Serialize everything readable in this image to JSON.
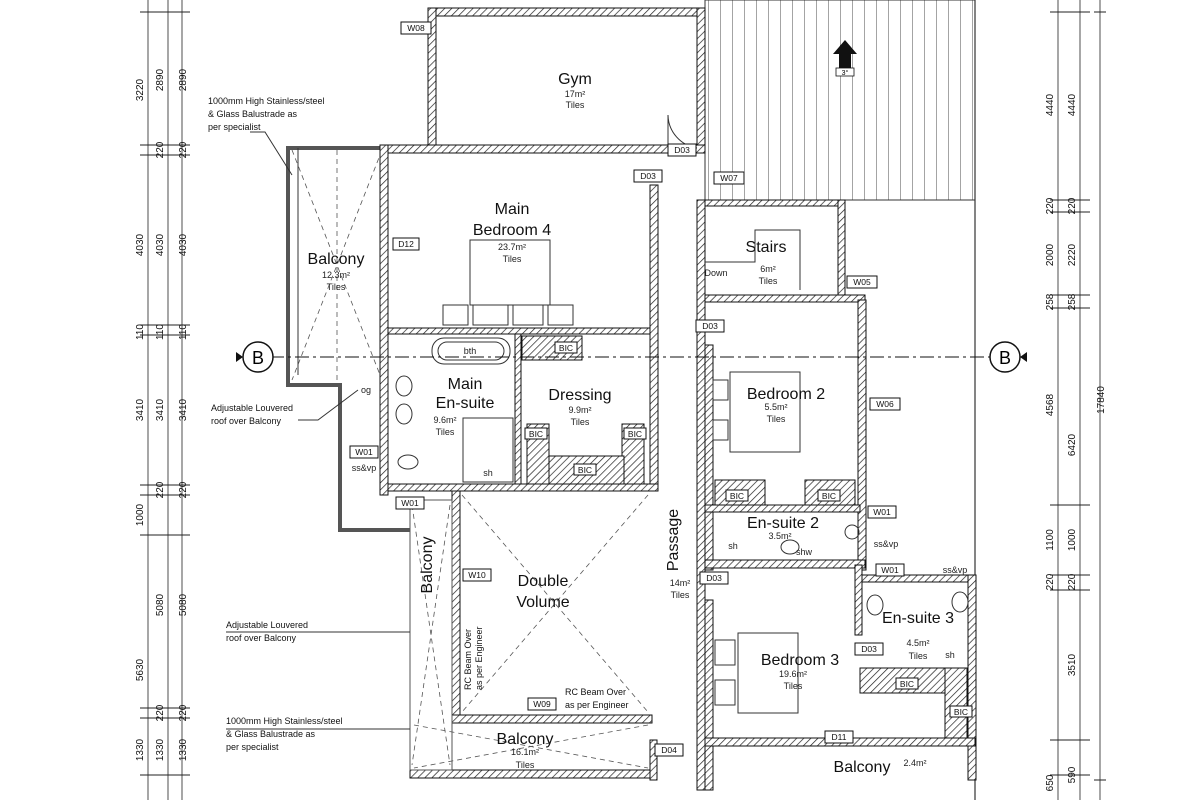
{
  "rooms": {
    "gym": {
      "name": "Gym",
      "area": "17m²",
      "finish": "Tiles"
    },
    "main_bedroom": {
      "name_line1": "Main",
      "name_line2": "Bedroom 4",
      "area": "23.7m²",
      "finish": "Tiles"
    },
    "balcony_left": {
      "name": "Balcony",
      "area": "12.3m²",
      "finish": "Tiles"
    },
    "stairs": {
      "name": "Stairs",
      "area": "6m²",
      "finish": "Tiles",
      "direction": "Down"
    },
    "main_ensuite": {
      "name_line1": "Main",
      "name_line2": "En-suite",
      "area": "9.6m²",
      "finish": "Tiles"
    },
    "dressing": {
      "name": "Dressing",
      "area": "9.9m²",
      "finish": "Tiles"
    },
    "bedroom2": {
      "name": "Bedroom 2",
      "area": "5.5m²",
      "finish": "Tiles"
    },
    "ensuite2": {
      "name": "En-suite 2",
      "area": "3.5m²"
    },
    "passage": {
      "name": "Passage",
      "area": "14m²",
      "finish": "Tiles"
    },
    "double_volume": {
      "name_line1": "Double",
      "name_line2": "Volume"
    },
    "balcony_vertical": {
      "name": "Balcony"
    },
    "ensuite3": {
      "name": "En-suite 3",
      "area": "4.5m²",
      "finish": "Tiles"
    },
    "bedroom3": {
      "name": "Bedroom 3",
      "area": "19.6m²",
      "finish": "Tiles"
    },
    "balcony_bottom": {
      "name": "Balcony",
      "area": "16.1m²",
      "finish": "Tiles"
    },
    "balcony_right": {
      "name": "Balcony",
      "area": "2.4m²"
    }
  },
  "tags": {
    "w08": "W08",
    "d03_gym": "D03",
    "d03_bed4": "D03",
    "w07": "W07",
    "d12": "D12",
    "w05": "W05",
    "d03_bed2": "D03",
    "w06": "W06",
    "w01_ensuite": "W01",
    "w01_balcony": "W01",
    "w01_ensuite2": "W01",
    "w01_ensuite3": "W01",
    "w10": "W10",
    "d03_passage": "D03",
    "d03_bed3": "D03",
    "w09": "W09",
    "d04": "D04",
    "d11": "D11",
    "bic": "BIC"
  },
  "fixtures": {
    "bath": "bth",
    "shower": "sh",
    "ssvp": "ss&vp",
    "ssvp2": "ss&vp",
    "ssvp3": "ss&vp",
    "og": "og",
    "sh2": "sh",
    "sh3": "sh",
    "shw": "shw"
  },
  "section": {
    "left": "B",
    "right": "B"
  },
  "notes": {
    "balustrade_top_1": "1000mm High Stainless/steel",
    "balustrade_top_2": "& Glass Balustrade as",
    "balustrade_top_3": "per specialist",
    "louvre_1_1": "Adjustable Louvered",
    "louvre_1_2": "roof over Balcony",
    "louvre_2_1": "Adjustable Louvered",
    "louvre_2_2": "roof over Balcony",
    "balustrade_bot_1": "1000mm High Stainless/steel",
    "balustrade_bot_2": "& Glass Balustrade as",
    "balustrade_bot_3": "per specialist",
    "rc_beam_vertical_1": "RC Beam Over",
    "rc_beam_vertical_2": "as per Engineer",
    "rc_beam_h_1": "RC Beam Over",
    "rc_beam_h_2": "as per Engineer"
  },
  "dims_left_outer": [
    "3220",
    "4030",
    "110",
    "3410",
    "1000",
    "5630",
    "1330"
  ],
  "dims_left_mid": [
    "2890",
    "220",
    "4030",
    "110",
    "3410",
    "220",
    "5080",
    "220",
    "1330"
  ],
  "dims_left_inner": [
    "2890",
    "220",
    "4030",
    "110",
    "3410",
    "220",
    "5080",
    "220",
    "1330"
  ],
  "dims_right_outer": [
    "4440",
    "220",
    "2000",
    "258",
    "4568",
    "1100",
    "220",
    "650"
  ],
  "dims_right_mid": [
    "4440",
    "220",
    "2220",
    "258",
    "6420",
    "1000",
    "220",
    "3510",
    "590"
  ],
  "dims_right_total": "17840",
  "north_label": "3°"
}
